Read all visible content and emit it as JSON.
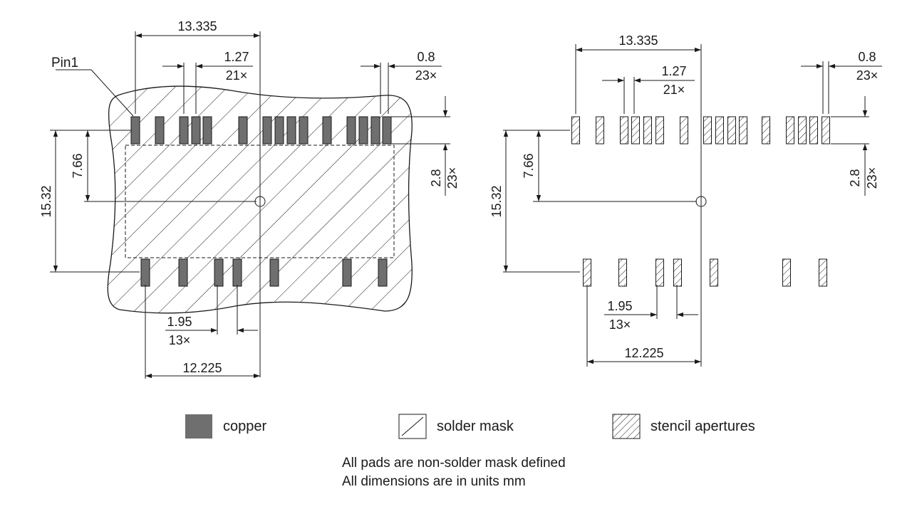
{
  "footprint": {
    "pin1_label": "Pin1",
    "width_label": "13.335",
    "pitch_label": "1.27",
    "pitch_count": "21×",
    "pad_width_label": "0.8",
    "pad_count": "23×",
    "pad_length_label": "2.8",
    "pad_length_count": "23×",
    "half_height_label": "7.66",
    "height_label": "15.32",
    "bottom_pitch_label": "1.95",
    "bottom_count": "13×",
    "bottom_width_label": "12.225"
  },
  "stencil": {
    "width_label": "13.335",
    "pitch_label": "1.27",
    "pitch_count": "21×",
    "pad_width_label": "0.8",
    "pad_count": "23×",
    "pad_length_label": "2.8",
    "pad_length_count": "23×",
    "half_height_label": "7.66",
    "height_label": "15.32",
    "bottom_pitch_label": "1.95",
    "bottom_count": "13×",
    "bottom_width_label": "12.225"
  },
  "legend": {
    "copper": "copper",
    "solder_mask": "solder mask",
    "stencil": "stencil apertures"
  },
  "notes": {
    "line1": "All pads are non-solder mask defined",
    "line2": "All dimensions are in units mm"
  },
  "colors": {
    "copper": "#6f6f6f",
    "line": "#1a1a1a"
  }
}
